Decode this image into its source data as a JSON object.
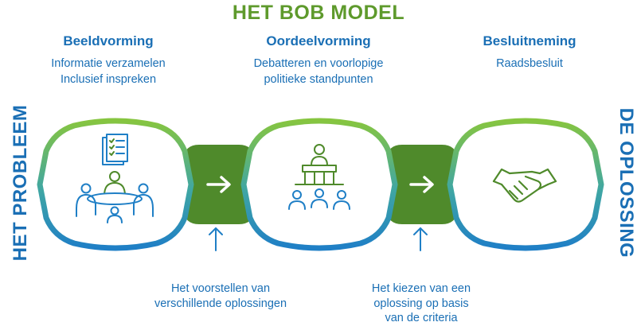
{
  "title": "HET BOB MODEL",
  "left_label": "HET PROBLEEM",
  "right_label": "DE OPLOSSING",
  "phases": [
    {
      "title": "Beeldvorming",
      "lines": [
        "Informatie verzamelen",
        "Inclusief inspreken"
      ],
      "icon": "meeting-clipboard-icon"
    },
    {
      "title": "Oordeelvorming",
      "lines": [
        "Debatteren en voorlopige",
        "politieke standpunten"
      ],
      "icon": "podium-audience-icon"
    },
    {
      "title": "Besluitneming",
      "lines": [
        "Raadsbesluit"
      ],
      "icon": "handshake-icon"
    }
  ],
  "connectors": [
    {
      "icon": "arrow-right-icon",
      "caption_lines": [
        "Het voorstellen van",
        "verschillende oplossingen"
      ]
    },
    {
      "icon": "arrow-right-icon",
      "caption_lines": [
        "Het kiezen van een",
        "oplossing op basis",
        "van de criteria"
      ]
    }
  ],
  "colors": {
    "green_title": "#5e9a2c",
    "blue_text": "#1a6fb5",
    "dark_green": "#4f8a2b",
    "gradient_green": "#7cc242",
    "gradient_blue": "#1f86c6"
  }
}
